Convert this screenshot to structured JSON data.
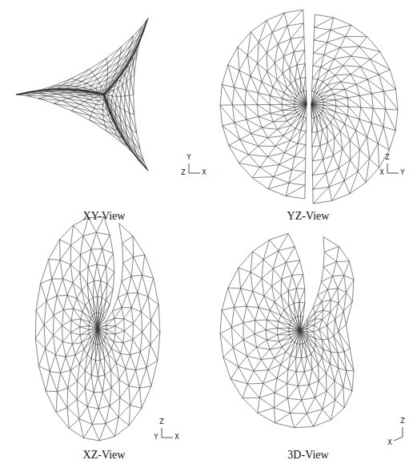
{
  "diagram": {
    "labels": [
      "Y",
      "Z",
      "X",
      "Z",
      "X",
      "Y",
      "XY-View",
      "YZ-View",
      "Z",
      "Y",
      "X",
      "Z",
      "X",
      "XZ-View",
      "3D-View"
    ]
  }
}
